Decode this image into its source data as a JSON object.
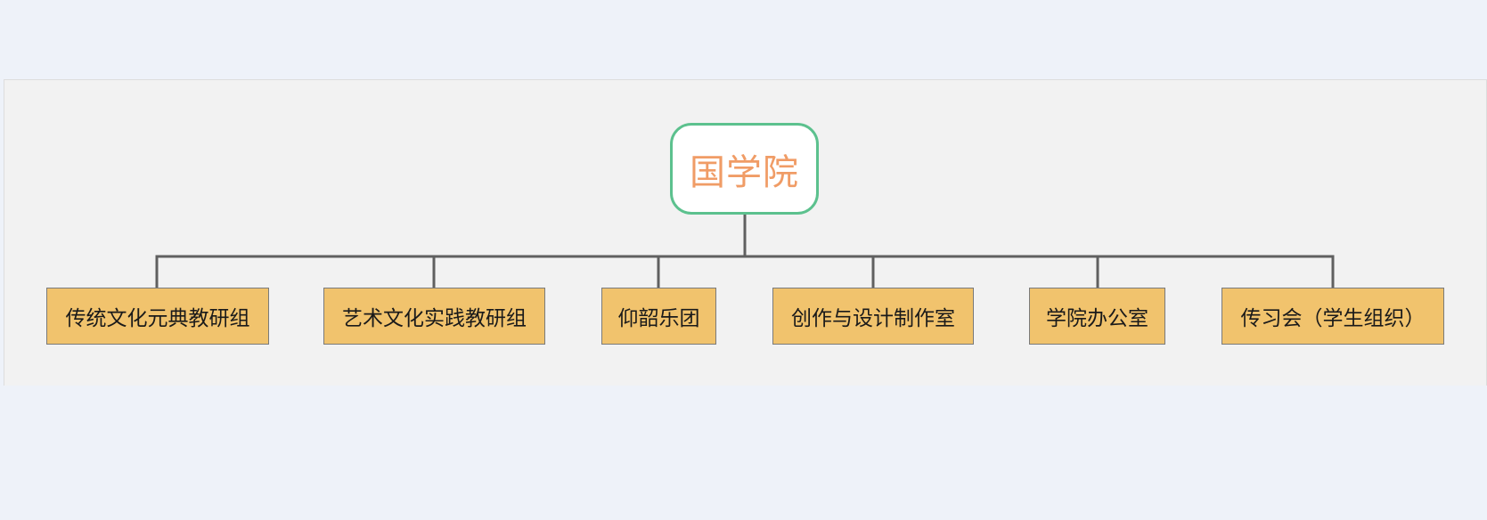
{
  "org_chart": {
    "root": {
      "label": "国学院"
    },
    "children": [
      {
        "label": "传统文化元典教研组"
      },
      {
        "label": "艺术文化实践教研组"
      },
      {
        "label": "仰韶乐团"
      },
      {
        "label": "创作与设计制作室"
      },
      {
        "label": "学院办公室"
      },
      {
        "label": "传习会（学生组织）"
      }
    ]
  },
  "colors": {
    "page_background": "#eef2f9",
    "canvas_background": "#f2f2f2",
    "root_border": "#5cc18e",
    "root_text": "#f09c66",
    "child_fill": "#f1c36d",
    "connector": "#606060"
  }
}
